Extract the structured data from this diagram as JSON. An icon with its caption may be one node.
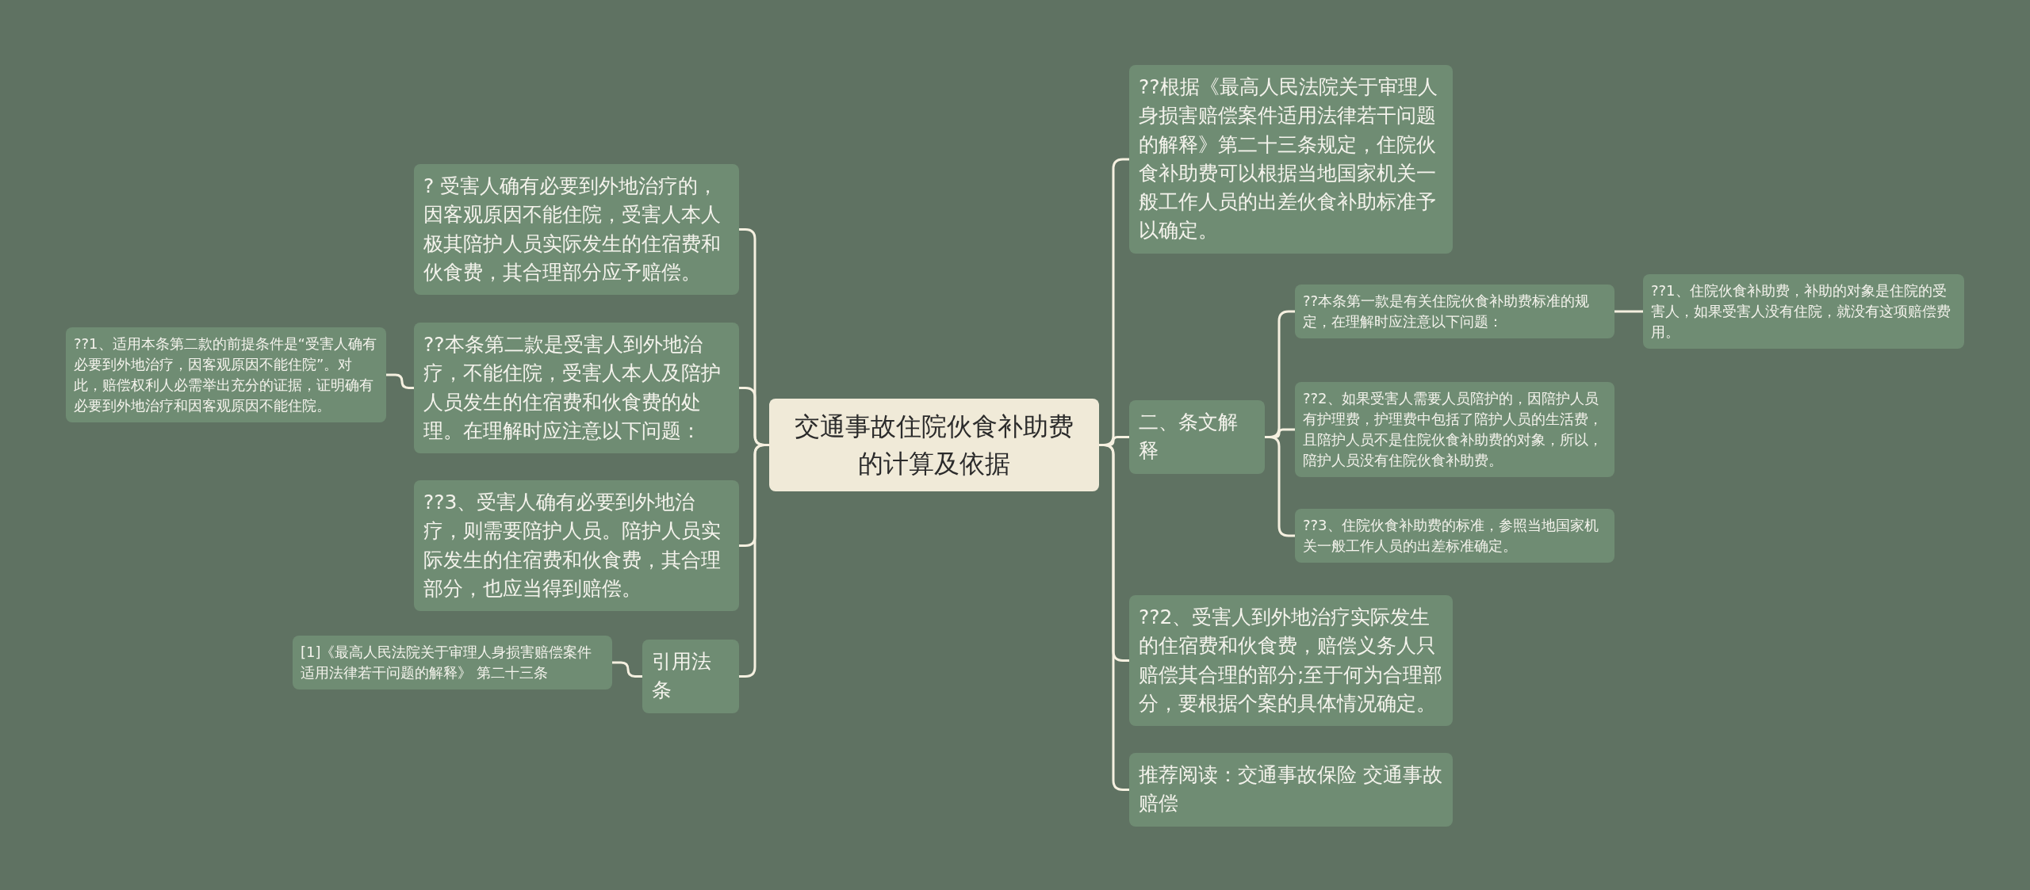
{
  "diagram": {
    "nodes": [
      {
        "text": [
          "交通事故住院伙食补助费的计算及依据"
        ]
      },
      {
        "text": [
          "? 受害人确有必要到外地治疗的，因客观原因不能住院，受害人本人极其陪护人员实际发生的住宿费和伙食费，其合理部分应予赔偿。"
        ]
      },
      {
        "text": [
          "??本条第二款是受害人到外地治疗，不能住院，受害人本人及陪护人员发生的住宿费和伙食费的处理。在理解时应注意以下问题："
        ]
      },
      {
        "text": [
          "??1、适用本条第二款的前提条件是“受害人确有必要到外地治疗，因客观原因不能住院”。对此，赔偿权利人必需举出充分的证据，证明确有必要到外地治疗和因客观原因不能住院。"
        ]
      },
      {
        "text": [
          "??3、受害人确有必要到外地治疗，则需要陪护人员。陪护人员实际发生的住宿费和伙食费，其合理部分，也应当得到赔偿。"
        ]
      },
      {
        "text": [
          "引用法条"
        ]
      },
      {
        "text": [
          "[1]《最高人民法院关于审理人身损害赔偿案件适用法律若干问题的解释》 第二十三条"
        ]
      },
      {
        "text": [
          "??根据《最高人民法院关于审理人身损害赔偿案件适用法律若干问题的解释》第二十三条规定，住院伙食补助费可以根据当地国家机关一般工作人员的出差伙食补助标准予以确定。"
        ]
      },
      {
        "text": [
          "二、条文解释"
        ]
      },
      {
        "text": [
          "??本条第一款是有关住院伙食补助费标准的规定，在理解时应注意以下问题："
        ]
      },
      {
        "text": [
          "??1、住院伙食补助费，补助的对象是住院的受害人，如果受害人没有住院，就没有这项赔偿费用。"
        ]
      },
      {
        "text": [
          "??2、如果受害人需要人员陪护的，因陪护人员有护理费，护理费中包括了陪护人员的生活费，且陪护人员不是住院伙食补助费的对象，所以，陪护人员没有住院伙食补助费。"
        ]
      },
      {
        "text": [
          "??3、住院伙食补助费的标准，参照当地国家机关一般工作人员的出差标准确定。"
        ]
      },
      {
        "text": [
          "??2、受害人到外地治疗实际发生的住宿费和伙食费，赔偿义务人只赔偿其合理的部分;至于何为合理部分，要根据个案的具体情况确定。"
        ]
      },
      {
        "text": [
          "推荐阅读：交通事故保险 交通事故赔偿"
        ]
      }
    ],
    "edges": [
      {
        "from": 0,
        "to": 1,
        "arrow": "none"
      },
      {
        "from": 0,
        "to": 2,
        "arrow": "none"
      },
      {
        "from": 2,
        "to": 3,
        "arrow": "none"
      },
      {
        "from": 0,
        "to": 4,
        "arrow": "none"
      },
      {
        "from": 0,
        "to": 5,
        "arrow": "none"
      },
      {
        "from": 5,
        "to": 6,
        "arrow": "none"
      },
      {
        "from": 0,
        "to": 7,
        "arrow": "none"
      },
      {
        "from": 0,
        "to": 8,
        "arrow": "none"
      },
      {
        "from": 8,
        "to": 9,
        "arrow": "none"
      },
      {
        "from": 9,
        "to": 10,
        "arrow": "none"
      },
      {
        "from": 8,
        "to": 11,
        "arrow": "none"
      },
      {
        "from": 8,
        "to": 12,
        "arrow": "none"
      },
      {
        "from": 0,
        "to": 13,
        "arrow": "none"
      },
      {
        "from": 0,
        "to": 14,
        "arrow": "none"
      }
    ]
  }
}
